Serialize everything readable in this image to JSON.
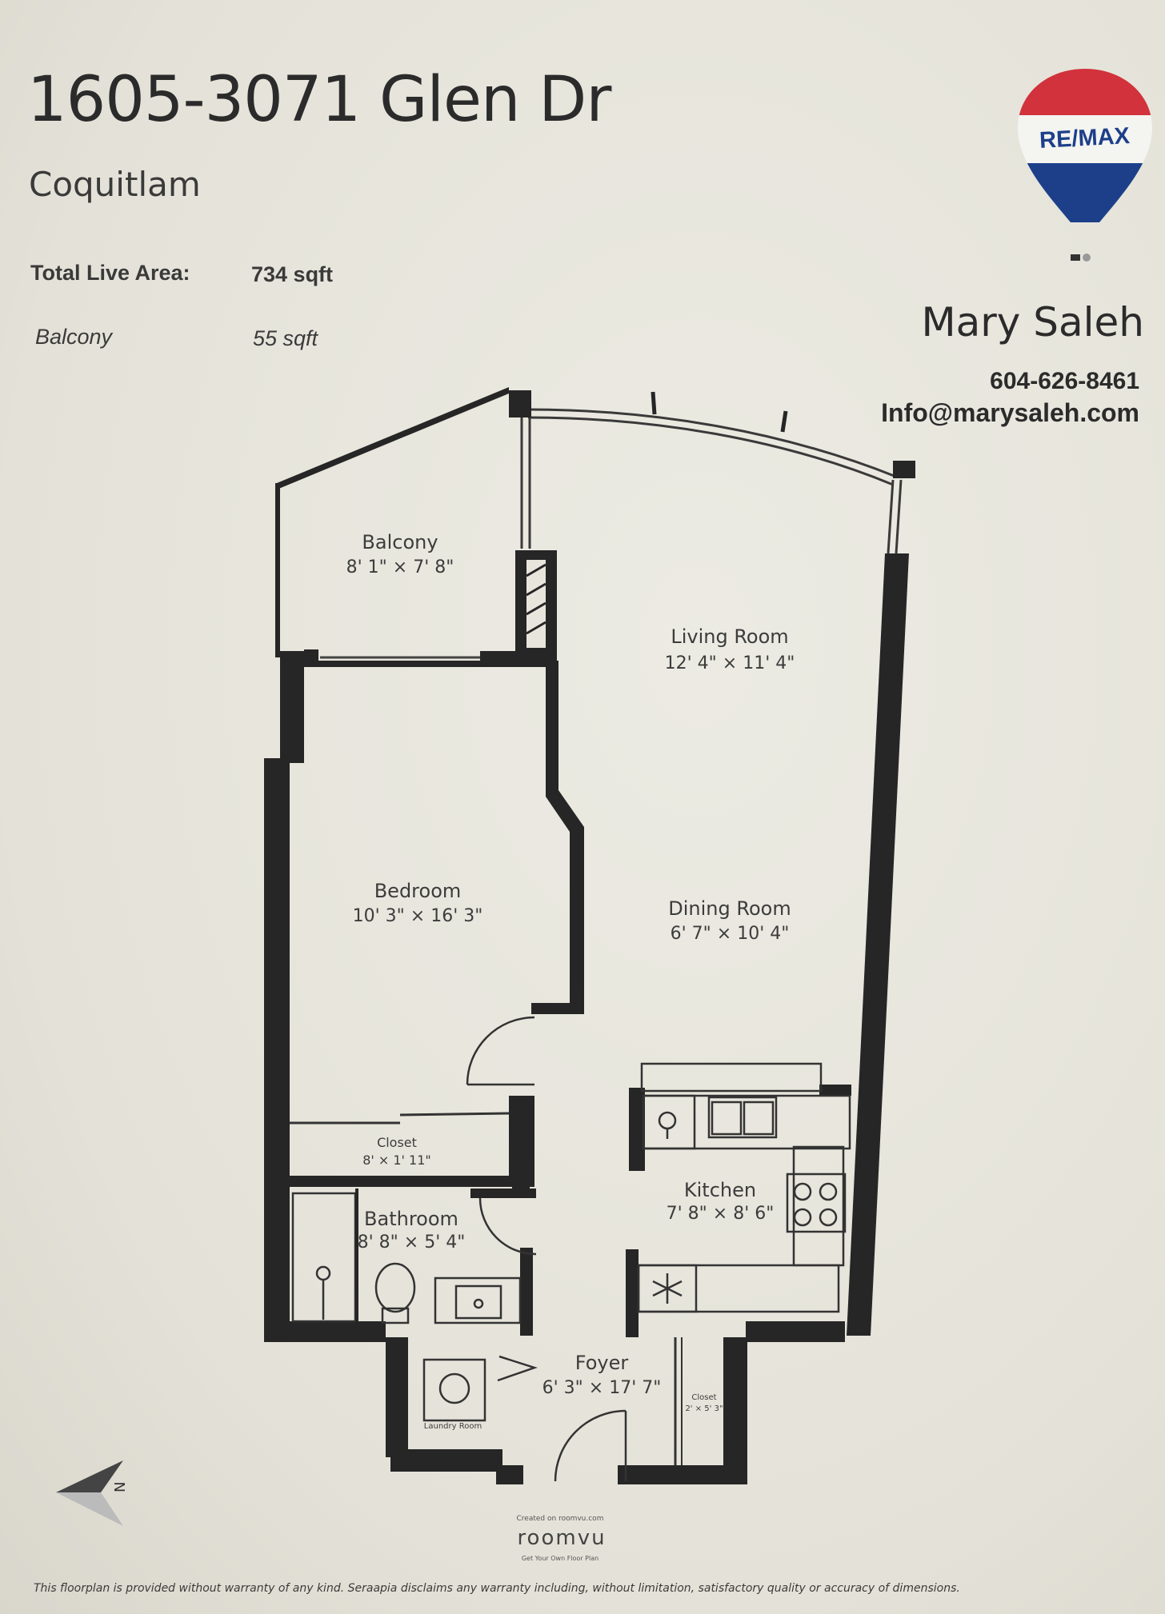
{
  "listing": {
    "address": "1605-3071 Glen Dr",
    "city": "Coquitlam",
    "total_live_area_label": "Total Live Area:",
    "total_live_area_value": "734 sqft",
    "balcony_label": "Balcony",
    "balcony_value": "55 sqft"
  },
  "agent": {
    "brand": "RE/MAX",
    "name": "Mary Saleh",
    "phone": "604-626-8461",
    "email": "Info@marysaleh.com"
  },
  "rooms": {
    "balcony": {
      "name": "Balcony",
      "dims": "8' 1\" × 7' 8\""
    },
    "living_room": {
      "name": "Living Room",
      "dims": "12' 4\" × 11' 4\""
    },
    "bedroom": {
      "name": "Bedroom",
      "dims": "10' 3\" × 16' 3\""
    },
    "dining_room": {
      "name": "Dining Room",
      "dims": "6' 7\" × 10' 4\""
    },
    "closet": {
      "name": "Closet",
      "dims": "8' × 1' 11\""
    },
    "bathroom": {
      "name": "Bathroom",
      "dims": "8' 8\" × 5' 4\""
    },
    "kitchen": {
      "name": "Kitchen",
      "dims": "7' 8\" × 8' 6\""
    },
    "foyer": {
      "name": "Foyer",
      "dims": "6' 3\" × 17' 7\""
    },
    "foyer_closet": {
      "name": "Closet",
      "dims": "2' × 5' 3\""
    },
    "laundry": {
      "name": "Laundry Room"
    }
  },
  "compass": {
    "label": "N"
  },
  "footer": {
    "credit_top": "Created on roomvu.com",
    "brand": "roomvu",
    "credit_bottom": "Get Your Own Floor Plan",
    "disclaimer": "This floorplan is provided without warranty of any kind. Seraapia disclaims any warranty including, without limitation, satisfactory quality or accuracy of dimensions."
  },
  "colors": {
    "wall": "#262626",
    "paper": "#e8e6dc",
    "remax_red": "#d1323b",
    "remax_blue": "#1d3f8a"
  }
}
